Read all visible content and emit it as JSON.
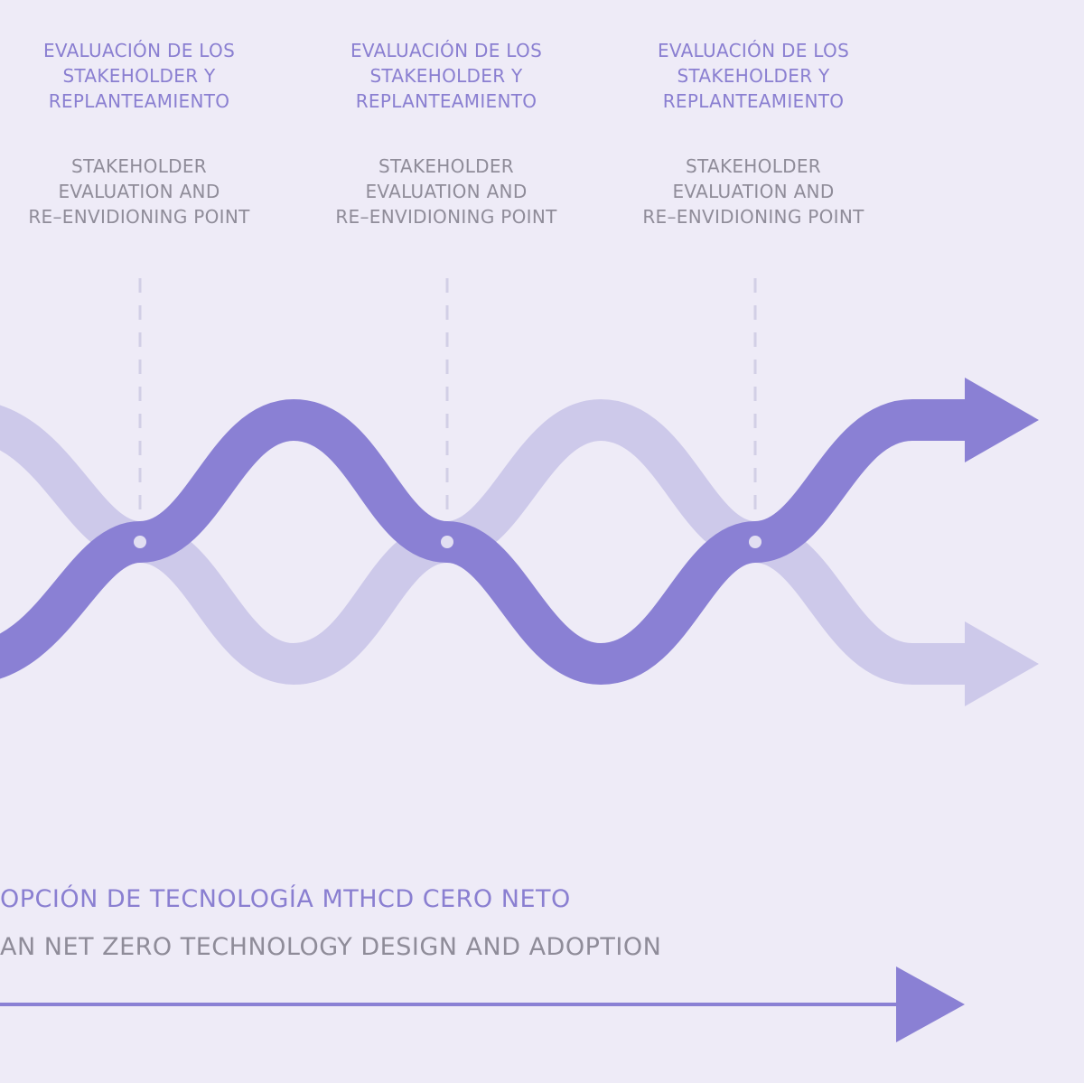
{
  "checkpoints": [
    {
      "label_es": "EVALUACIÓN DE LOS\nSTAKEHOLDER Y\nREPLANTEAMIENTO",
      "label_en": "STAKEHOLDER\nEVALUATION AND\nRE–ENVIDIONING POINT"
    },
    {
      "label_es": "EVALUACIÓN DE LOS\nSTAKEHOLDER Y\nREPLANTEAMIENTO",
      "label_en": "STAKEHOLDER\nEVALUATION AND\nRE–ENVIDIONING POINT"
    },
    {
      "label_es": "EVALUACIÓN DE LOS\nSTAKEHOLDER Y\nREPLANTEAMIENTO",
      "label_en": "STAKEHOLDER\nEVALUATION AND\nRE–ENVIDIONING POINT"
    }
  ],
  "timeline": {
    "title_es": "OPCIÓN DE TECNOLOGÍA MTHCD CERO NETO",
    "title_en": "AN NET ZERO TECHNOLOGY DESIGN AND ADOPTION"
  },
  "colors": {
    "background": "#eeebf7",
    "strand_dark": "#8a80d4",
    "strand_light": "#cdc9ea",
    "text_spanish": "#8a7fd1",
    "text_english": "#8f8c99",
    "dashed_line": "#d2cfe6"
  }
}
